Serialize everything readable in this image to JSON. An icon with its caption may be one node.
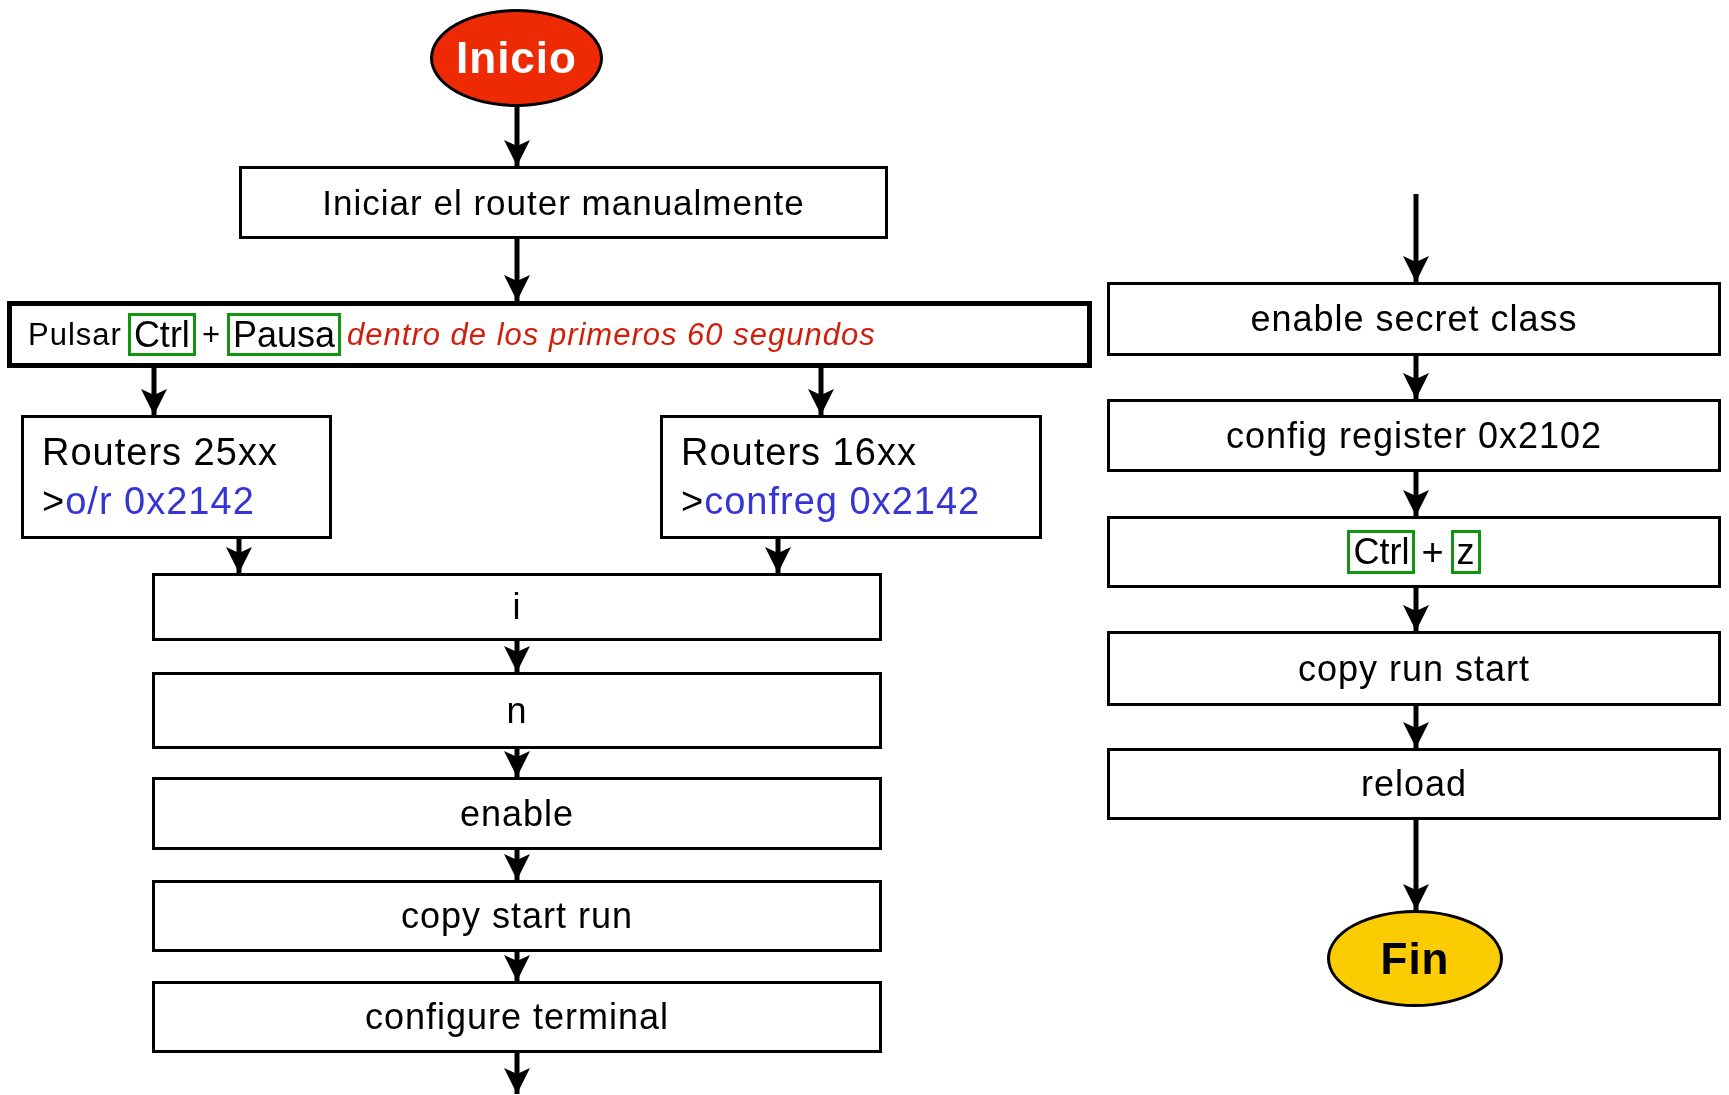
{
  "diagram": {
    "nodes": [
      {
        "text": [
          "Inicio"
        ]
      },
      {
        "text": [
          "Iniciar el router manualmente"
        ]
      },
      {
        "text": [
          "Pulsar",
          "+",
          "dentro de los primeros 60 segundos"
        ]
      },
      {
        "text": [
          "Ctrl"
        ],
        "in": 2
      },
      {
        "text": [
          "Pausa"
        ],
        "in": 2
      },
      {
        "text": [
          "Routers 25xx",
          ">o/r 0x2142"
        ]
      },
      {
        "text": [
          "Routers 16xx",
          ">confreg 0x2142"
        ]
      },
      {
        "text": [
          "i"
        ]
      },
      {
        "text": [
          "n"
        ]
      },
      {
        "text": [
          "enable"
        ]
      },
      {
        "text": [
          "copy start run"
        ]
      },
      {
        "text": [
          "configure terminal"
        ]
      },
      {
        "text": [
          "enable secret class"
        ]
      },
      {
        "text": [
          "config register 0x2102"
        ]
      },
      {
        "text": [
          "+"
        ]
      },
      {
        "text": [
          "Ctrl"
        ],
        "in": 14
      },
      {
        "text": [
          "z"
        ],
        "in": 14
      },
      {
        "text": [
          "copy run start"
        ]
      },
      {
        "text": [
          "reload"
        ]
      },
      {
        "text": [
          "Fin"
        ]
      }
    ],
    "edges": [
      {
        "from": 0,
        "to": 1,
        "arrow": "to"
      },
      {
        "from": 1,
        "to": 2,
        "arrow": "to"
      },
      {
        "from": 2,
        "to": 5,
        "arrow": "to"
      },
      {
        "from": 2,
        "to": 6,
        "arrow": "to"
      },
      {
        "from": 5,
        "to": 7,
        "arrow": "to"
      },
      {
        "from": 6,
        "to": 7,
        "arrow": "to"
      },
      {
        "from": 7,
        "to": 8,
        "arrow": "to"
      },
      {
        "from": 8,
        "to": 9,
        "arrow": "to"
      },
      {
        "from": 9,
        "to": 10,
        "arrow": "to"
      },
      {
        "from": 10,
        "to": 11,
        "arrow": "to"
      },
      {
        "from": 11,
        "to": null,
        "arrow": "to"
      },
      {
        "from": null,
        "to": 12,
        "arrow": "to"
      },
      {
        "from": 12,
        "to": 13,
        "arrow": "to"
      },
      {
        "from": 13,
        "to": 14,
        "arrow": "to"
      },
      {
        "from": 14,
        "to": 17,
        "arrow": "to"
      },
      {
        "from": 17,
        "to": 18,
        "arrow": "to"
      },
      {
        "from": 18,
        "to": 19,
        "arrow": "to"
      }
    ]
  }
}
